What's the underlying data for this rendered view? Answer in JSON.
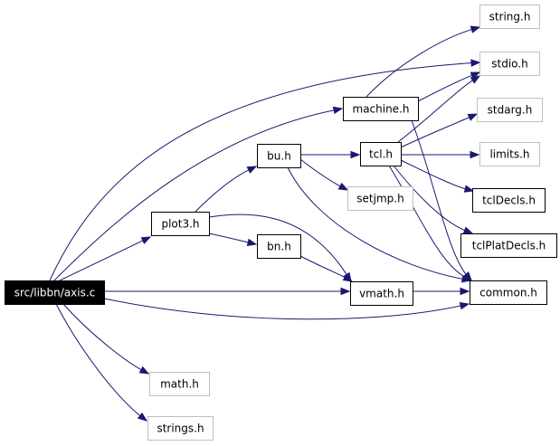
{
  "diagram": {
    "nodes": [
      {
        "id": "axis",
        "label": "src/libbn/axis.c",
        "kind": "root"
      },
      {
        "id": "plot3",
        "label": "plot3.h",
        "kind": "solid"
      },
      {
        "id": "bu",
        "label": "bu.h",
        "kind": "solid"
      },
      {
        "id": "bn",
        "label": "bn.h",
        "kind": "solid"
      },
      {
        "id": "machine",
        "label": "machine.h",
        "kind": "solid"
      },
      {
        "id": "tcl",
        "label": "tcl.h",
        "kind": "solid"
      },
      {
        "id": "setjmp",
        "label": "setjmp.h",
        "kind": "missing"
      },
      {
        "id": "vmath",
        "label": "vmath.h",
        "kind": "solid"
      },
      {
        "id": "common",
        "label": "common.h",
        "kind": "solid"
      },
      {
        "id": "string",
        "label": "string.h",
        "kind": "missing"
      },
      {
        "id": "stdio",
        "label": "stdio.h",
        "kind": "missing"
      },
      {
        "id": "stdarg",
        "label": "stdarg.h",
        "kind": "missing"
      },
      {
        "id": "limits",
        "label": "limits.h",
        "kind": "missing"
      },
      {
        "id": "tclDecls",
        "label": "tclDecls.h",
        "kind": "solid"
      },
      {
        "id": "tclPlat",
        "label": "tclPlatDecls.h",
        "kind": "solid"
      },
      {
        "id": "math",
        "label": "math.h",
        "kind": "missing"
      },
      {
        "id": "strings",
        "label": "strings.h",
        "kind": "missing"
      }
    ],
    "edges": [
      {
        "from": "axis",
        "to": "plot3"
      },
      {
        "from": "axis",
        "to": "machine"
      },
      {
        "from": "axis",
        "to": "stdio"
      },
      {
        "from": "axis",
        "to": "vmath"
      },
      {
        "from": "axis",
        "to": "common"
      },
      {
        "from": "axis",
        "to": "math"
      },
      {
        "from": "axis",
        "to": "strings"
      },
      {
        "from": "plot3",
        "to": "bu"
      },
      {
        "from": "plot3",
        "to": "bn"
      },
      {
        "from": "plot3",
        "to": "vmath"
      },
      {
        "from": "bu",
        "to": "tcl"
      },
      {
        "from": "bu",
        "to": "setjmp"
      },
      {
        "from": "bu",
        "to": "common"
      },
      {
        "from": "bn",
        "to": "vmath"
      },
      {
        "from": "machine",
        "to": "string"
      },
      {
        "from": "machine",
        "to": "stdio"
      },
      {
        "from": "machine",
        "to": "common"
      },
      {
        "from": "tcl",
        "to": "stdio"
      },
      {
        "from": "tcl",
        "to": "stdarg"
      },
      {
        "from": "tcl",
        "to": "limits"
      },
      {
        "from": "tcl",
        "to": "tclDecls"
      },
      {
        "from": "tcl",
        "to": "tclPlat"
      },
      {
        "from": "tcl",
        "to": "common"
      },
      {
        "from": "vmath",
        "to": "common"
      }
    ],
    "colors": {
      "edge": "#191970",
      "missing_border": "#bfbfbf",
      "root_fill": "#000000"
    }
  }
}
